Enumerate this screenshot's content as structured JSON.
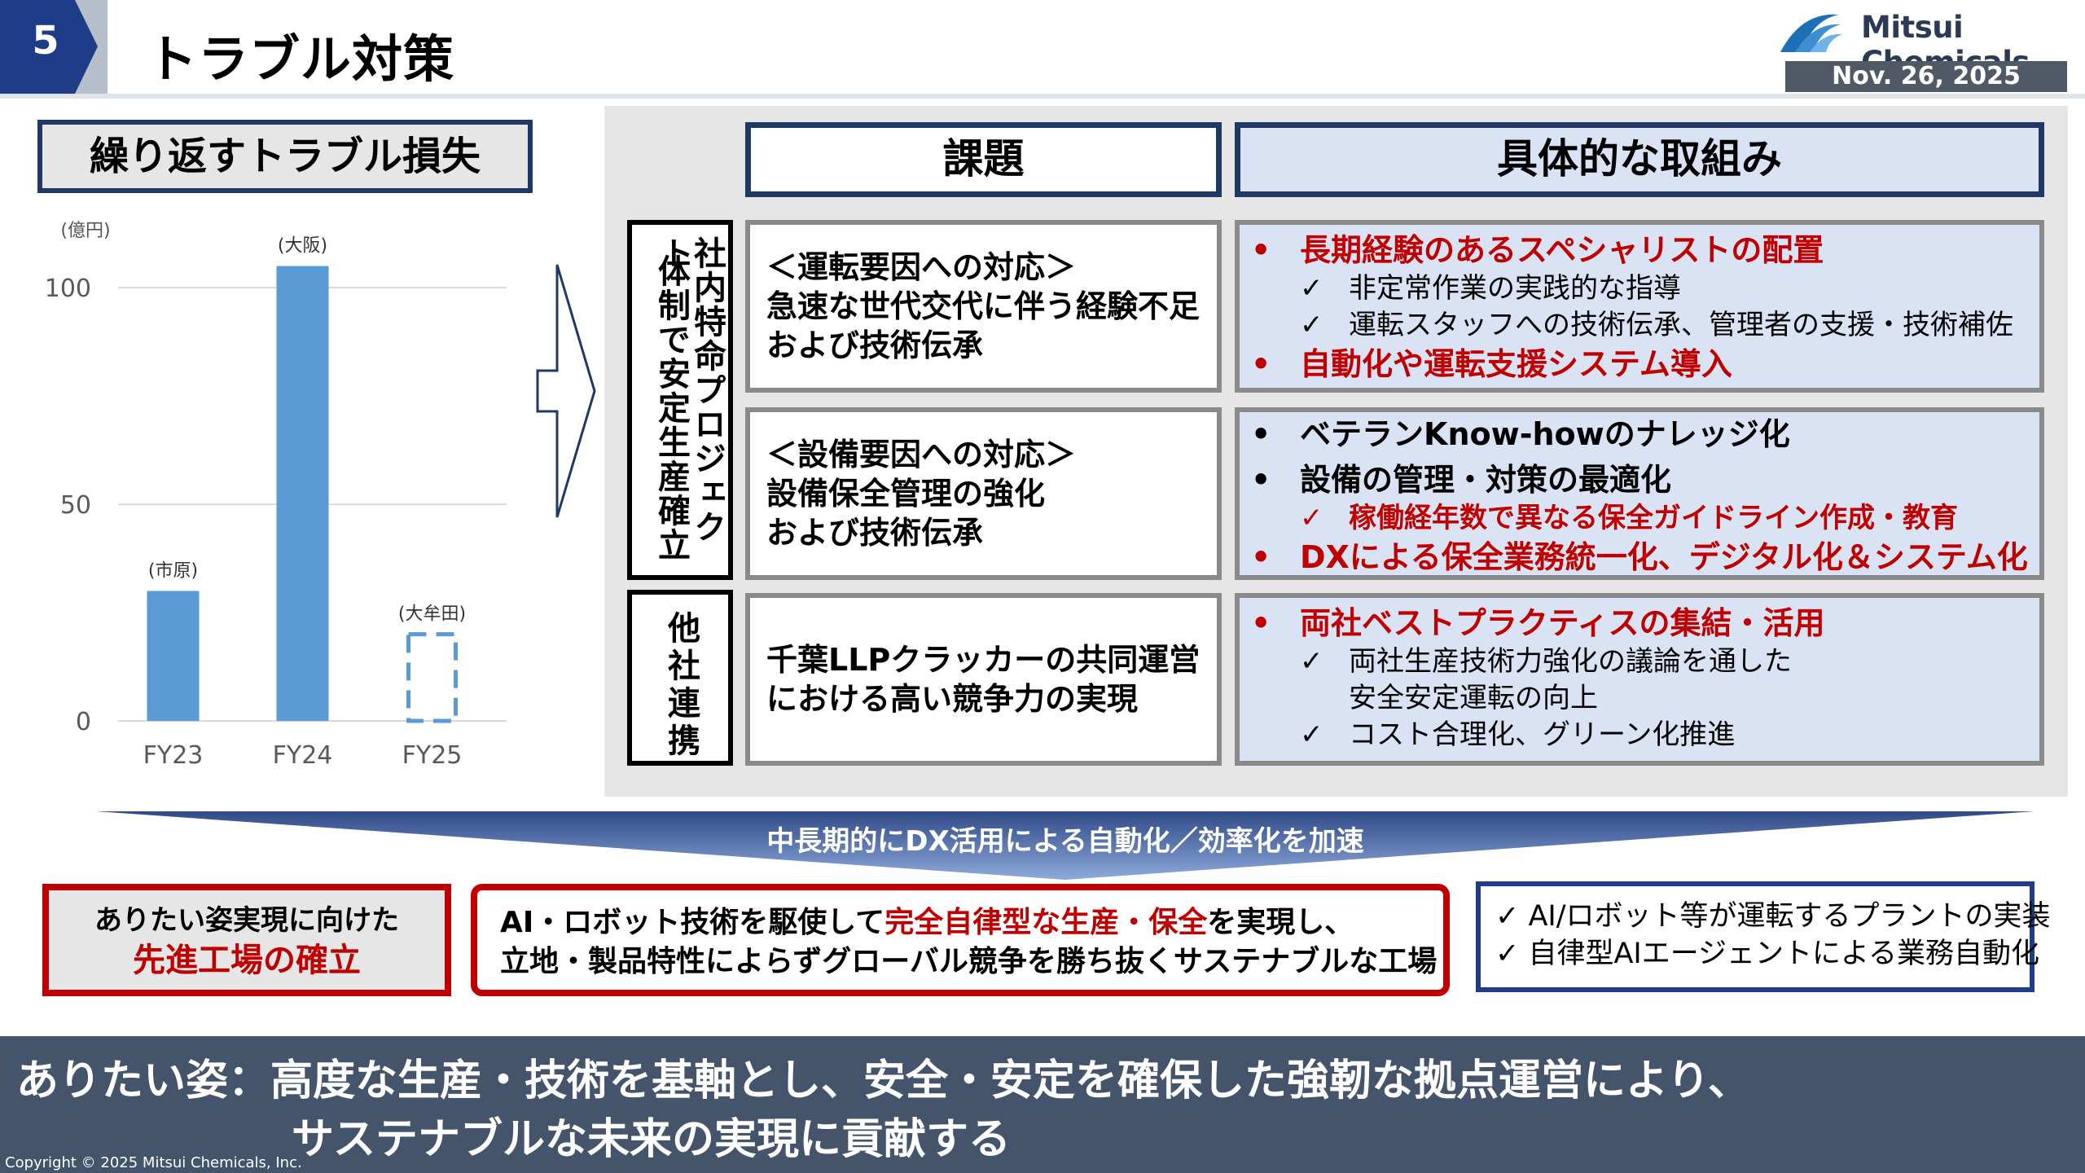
{
  "header": {
    "page_number": "5",
    "title": "トラブル対策",
    "logo_text": "Mitsui Chemicals",
    "date": "Nov. 26, 2025"
  },
  "loss": {
    "title": "繰り返すトラブル損失"
  },
  "chart_data": {
    "type": "bar",
    "title": "",
    "unit_label": "(億円)",
    "categories": [
      "FY23",
      "FY24",
      "FY25"
    ],
    "values": [
      30,
      105,
      20
    ],
    "bar_labels": [
      "(市原)",
      "(大阪)",
      "(大牟田)"
    ],
    "dashed": [
      false,
      false,
      true
    ],
    "yticks": [
      0,
      50,
      100
    ],
    "ylim": [
      0,
      110
    ],
    "grid": true,
    "bar_color": "#5b9bd5"
  },
  "headers": {
    "kadai": "課題",
    "torikumi": "具体的な取組み"
  },
  "side_labels": {
    "a_col1": "社内特命プロジェクト",
    "a_col2": "体制で安定生産確立",
    "b": "他社連携"
  },
  "kadai": [
    {
      "l1": "＜運転要因への対応＞",
      "l2": "急速な世代交代に伴う経験不足",
      "l3": "および技術伝承"
    },
    {
      "l1": "＜設備要因への対応＞",
      "l2": "設備保全管理の強化",
      "l3": "および技術伝承"
    },
    {
      "l1": "千葉LLPクラッカーの共同運営",
      "l2": "における高い競争力の実現",
      "l3": ""
    }
  ],
  "torikumi": {
    "bullet": "•",
    "check": "✓",
    "b1": {
      "h1": "長期経験のあるスペシャリストの配置",
      "c1": "非定常作業の実践的な指導",
      "c2": "運転スタッフへの技術伝承、管理者の支援・技術補佐",
      "h2": "自動化や運転支援システム導入"
    },
    "b2": {
      "h1": "ベテランKnow-howのナレッジ化",
      "h2": "設備の管理・対策の最適化",
      "c1": "稼働経年数で異なる保全ガイドライン作成・教育",
      "h3": "DXによる保全業務統一化、デジタル化＆システム化"
    },
    "b3": {
      "h1": "両社ベストプラクティスの集結・活用",
      "c1": "両社生産技術力強化の議論を通した",
      "c1b": "安全安定運転の向上",
      "c2": "コスト合理化、グリーン化推進"
    }
  },
  "banner": "中長期的にDX活用による自動化／効率化を加速",
  "ideal_box": {
    "l1": "ありたい姿実現に向けた",
    "l2": "先進工場の確立"
  },
  "ai_box": {
    "l1_a": "AI・ロボット技術を駆使して",
    "l1_b": "完全自律型な生産・保全",
    "l1_c": "を実現し、",
    "l2": "立地・製品特性によらずグローバル競争を勝ち抜くサステナブルな工場"
  },
  "check_box": {
    "l1": "✓ AI/ロボット等が運転するプラントの実装",
    "l2": "✓ 自律型AIエージェントによる業務自動化"
  },
  "footer": {
    "line1": "ありたい姿：高度な生産・技術を基軸とし、安全・安定を確保した強靭な拠点運営により、",
    "line2": "サステナブルな未来の実現に貢献する",
    "copyright": "Copyright © 2025 Mitsui Chemicals, Inc."
  },
  "colors": {
    "navy": "#1f3864",
    "red": "#c00000",
    "bar": "#5b9bd5",
    "footer": "#44546a",
    "light_blue": "#dae3f3"
  }
}
